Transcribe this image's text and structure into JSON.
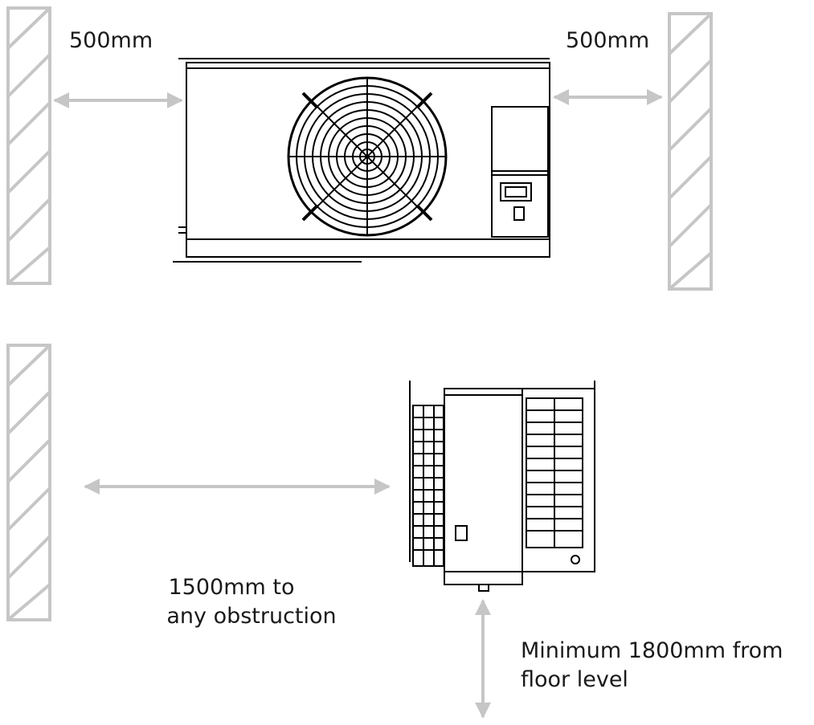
{
  "labels": {
    "left_clearance": "500mm",
    "right_clearance": "500mm",
    "front_clearance_line1": "1500mm  to",
    "front_clearance_line2": "any obstruction",
    "floor_clearance_line1": "Minimum 1800mm from",
    "floor_clearance_line2": "floor level"
  },
  "colors": {
    "wall_hatch": "#c6c6c6",
    "arrow": "#c6c6c6",
    "unit_line": "#000000",
    "text": "#1a1a1a"
  },
  "icons": [
    "wall-hatch",
    "double-arrow",
    "fan-grille",
    "condensing-unit"
  ]
}
